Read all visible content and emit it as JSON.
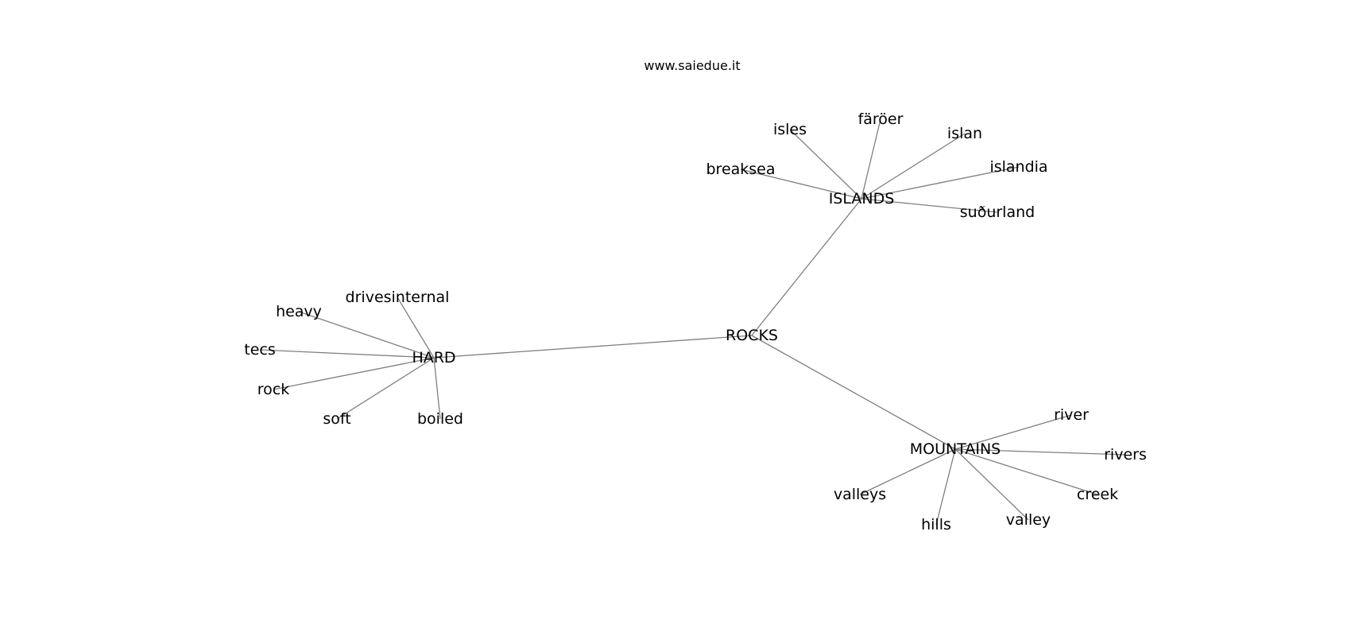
{
  "watermark": "www.saiedue.it",
  "graph": {
    "nodes": [
      {
        "id": "rocks",
        "label": "ROCKS"
      },
      {
        "id": "islands",
        "label": "ISLANDS"
      },
      {
        "id": "hard",
        "label": "HARD"
      },
      {
        "id": "mountains",
        "label": "MOUNTAINS"
      },
      {
        "id": "isles",
        "label": "isles"
      },
      {
        "id": "faroer",
        "label": "färöer"
      },
      {
        "id": "islan",
        "label": "islan"
      },
      {
        "id": "islandia",
        "label": "islandia"
      },
      {
        "id": "breaksea",
        "label": "breaksea"
      },
      {
        "id": "sudurland",
        "label": "suðurland"
      },
      {
        "id": "drivesinternal",
        "label": "drivesinternal"
      },
      {
        "id": "heavy",
        "label": "heavy"
      },
      {
        "id": "tecs",
        "label": "tecs"
      },
      {
        "id": "rock",
        "label": "rock"
      },
      {
        "id": "soft",
        "label": "soft"
      },
      {
        "id": "boiled",
        "label": "boiled"
      },
      {
        "id": "river",
        "label": "river"
      },
      {
        "id": "rivers",
        "label": "rivers"
      },
      {
        "id": "creek",
        "label": "creek"
      },
      {
        "id": "valley",
        "label": "valley"
      },
      {
        "id": "hills",
        "label": "hills"
      },
      {
        "id": "valleys",
        "label": "valleys"
      }
    ],
    "edges": [
      [
        "rocks",
        "islands"
      ],
      [
        "rocks",
        "hard"
      ],
      [
        "rocks",
        "mountains"
      ],
      [
        "islands",
        "isles"
      ],
      [
        "islands",
        "faroer"
      ],
      [
        "islands",
        "islan"
      ],
      [
        "islands",
        "islandia"
      ],
      [
        "islands",
        "breaksea"
      ],
      [
        "islands",
        "sudurland"
      ],
      [
        "hard",
        "drivesinternal"
      ],
      [
        "hard",
        "heavy"
      ],
      [
        "hard",
        "tecs"
      ],
      [
        "hard",
        "rock"
      ],
      [
        "hard",
        "soft"
      ],
      [
        "hard",
        "boiled"
      ],
      [
        "mountains",
        "river"
      ],
      [
        "mountains",
        "rivers"
      ],
      [
        "mountains",
        "creek"
      ],
      [
        "mountains",
        "valley"
      ],
      [
        "mountains",
        "hills"
      ],
      [
        "mountains",
        "valleys"
      ]
    ]
  }
}
